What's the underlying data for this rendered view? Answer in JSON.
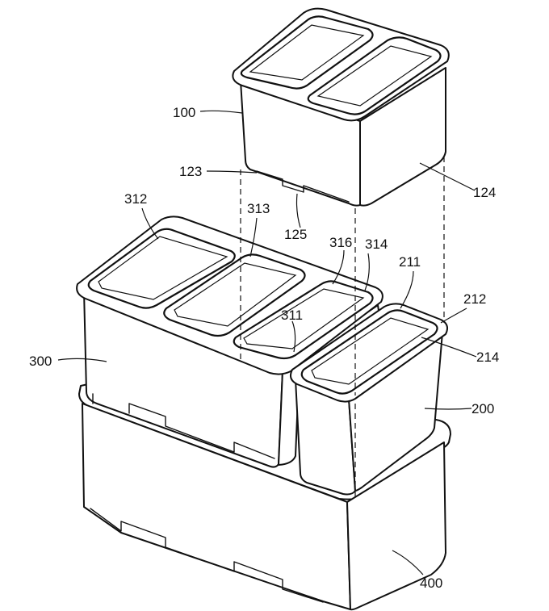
{
  "figure": {
    "labels": {
      "l100": "100",
      "l123": "123",
      "l124": "124",
      "l125": "125",
      "l312": "312",
      "l313": "313",
      "l316": "316",
      "l314": "314",
      "l211": "211",
      "l212": "212",
      "l311": "311",
      "l214": "214",
      "l300": "300",
      "l200": "200",
      "l400": "400"
    }
  }
}
